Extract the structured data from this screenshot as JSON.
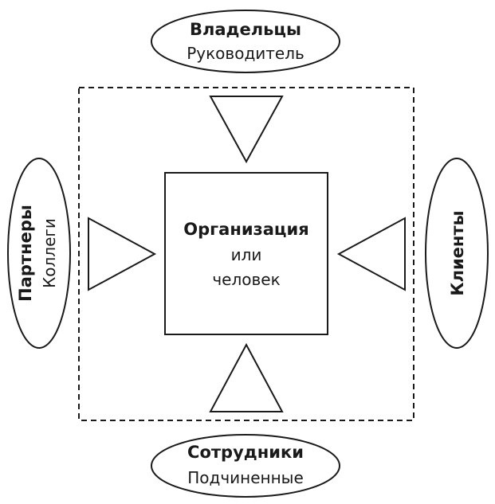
{
  "center": {
    "title": "Организация",
    "line2": "или",
    "line3": "человек"
  },
  "top": {
    "title": "Владельцы",
    "subtitle": "Руководитель"
  },
  "bottom": {
    "title": "Сотрудники",
    "subtitle": "Подчиненные"
  },
  "left": {
    "title": "Партнеры",
    "subtitle": "Коллеги"
  },
  "right": {
    "title": "Клиенты"
  }
}
